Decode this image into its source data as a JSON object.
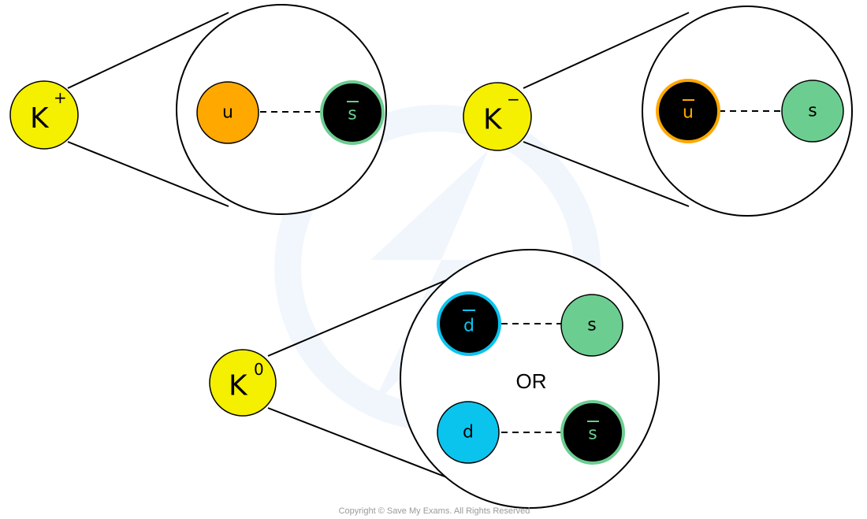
{
  "colors": {
    "kaon_fill": "#f5ef00",
    "up_orange": "#ffa800",
    "strange_green": "#6ccd90",
    "down_cyan": "#0ac4ee",
    "antiquark_fill": "#000000",
    "line": "#000000"
  },
  "kaons": {
    "k_plus": {
      "symbol": "K",
      "charge": "+",
      "quark_1": "u",
      "quark_2": "s"
    },
    "k_minus": {
      "symbol": "K",
      "charge": "−",
      "quark_1": "u",
      "quark_2": "s"
    },
    "k_zero": {
      "symbol": "K",
      "charge": "0",
      "option_1": {
        "quark_1": "d",
        "quark_2": "s"
      },
      "separator": "OR",
      "option_2": {
        "quark_1": "d",
        "quark_2": "s"
      }
    }
  },
  "footer": {
    "copyright": "Copyright © Save My Exams. All Rights Reserved"
  }
}
